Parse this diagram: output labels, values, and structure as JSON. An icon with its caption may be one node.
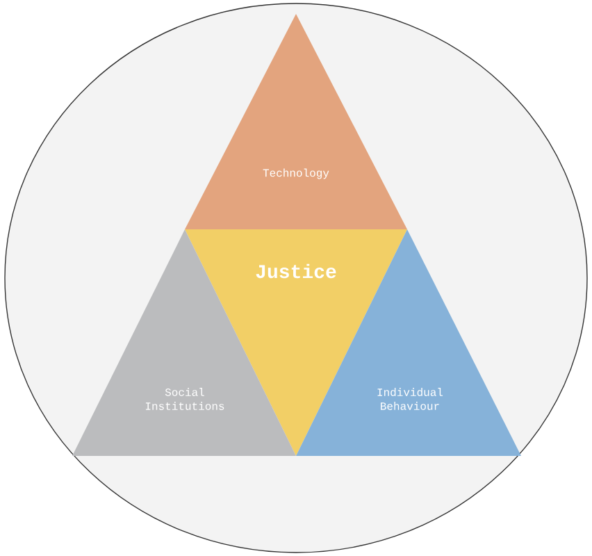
{
  "diagram": {
    "nodes": [
      {
        "text": [],
        "shape": "circle"
      },
      {
        "text": [
          "Technology"
        ],
        "in": 0
      },
      {
        "text": [
          "Justice"
        ],
        "in": 0
      },
      {
        "text": [
          "Social Institutions"
        ],
        "in": 0
      },
      {
        "text": [
          "Individual Behaviour"
        ],
        "in": 0
      }
    ]
  }
}
